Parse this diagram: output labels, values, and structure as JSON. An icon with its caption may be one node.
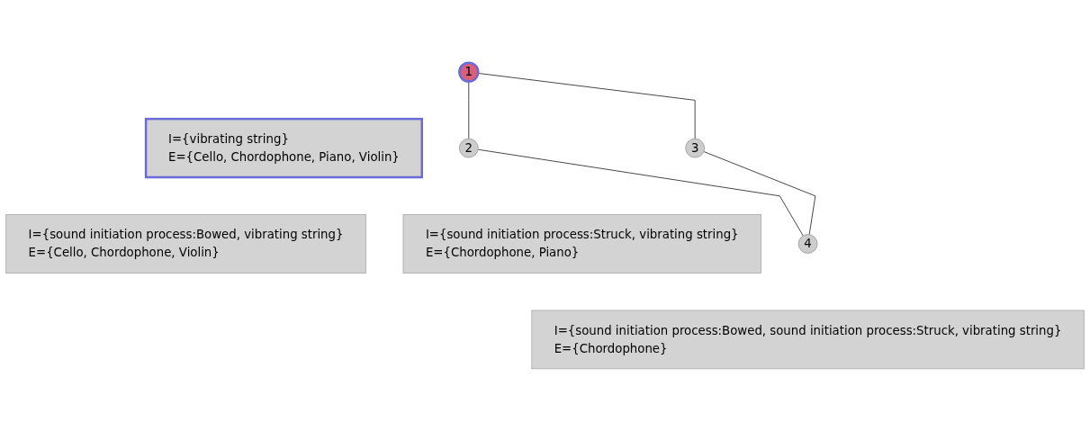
{
  "diagram": {
    "nodes": [
      {
        "text": [
          "1"
        ]
      },
      {
        "text": [
          "I={vibrating string}",
          "E={Cello, Chordophone, Piano, Violin}"
        ]
      },
      {
        "text": [
          "2"
        ]
      },
      {
        "text": [
          "I={sound initiation process:Bowed, vibrating string}",
          "E={Cello, Chordophone, Violin}"
        ]
      },
      {
        "text": [
          "3"
        ]
      },
      {
        "text": [
          "I={sound initiation process:Struck, vibrating string}",
          "E={Chordophone, Piano}"
        ]
      },
      {
        "text": [
          "4"
        ]
      },
      {
        "text": [
          "I={sound initiation process:Bowed, sound initiation process:Struck, vibrating string}",
          "E={Chordophone}"
        ]
      }
    ],
    "edges": [
      {
        "from": 0,
        "to": 2,
        "arrow": "none"
      },
      {
        "from": 0,
        "to": 4,
        "arrow": "none"
      },
      {
        "from": 2,
        "to": 6,
        "arrow": "none"
      },
      {
        "from": 4,
        "to": 6,
        "arrow": "none"
      }
    ]
  }
}
